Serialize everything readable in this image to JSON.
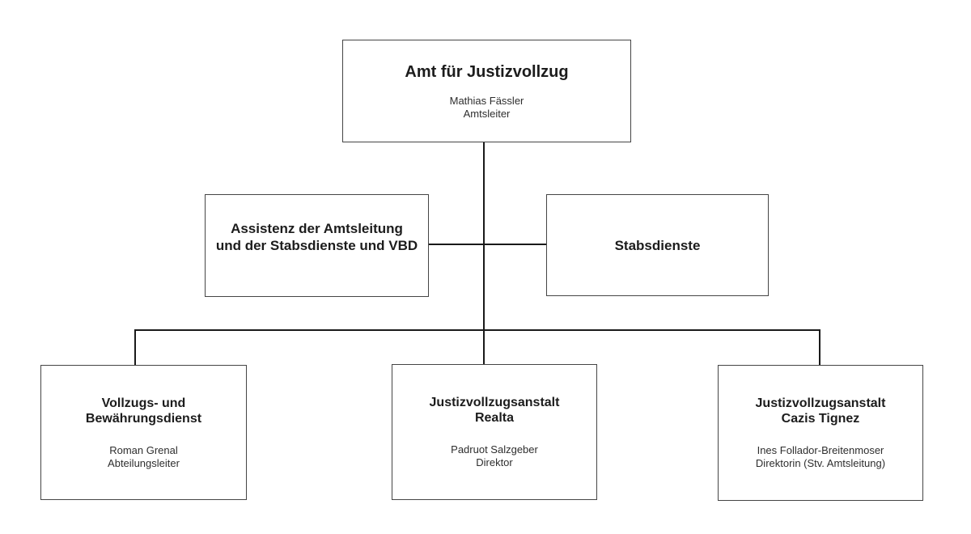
{
  "org_chart": {
    "type": "org-chart",
    "root": {
      "title": "Amt für Justizvollzug",
      "person": "Mathias Fässler",
      "role": "Amtsleiter"
    },
    "staff_left": {
      "title_lines": [
        "Assistenz der Amtsleitung",
        "und der Stabsdienste und VBD"
      ]
    },
    "staff_right": {
      "title": "Stabsdienste"
    },
    "children": [
      {
        "title_lines": [
          "Vollzugs- und",
          "Bewährungsdienst"
        ],
        "person": "Roman Grenal",
        "role": "Abteilungsleiter"
      },
      {
        "title_lines": [
          "Justizvollzugsanstalt",
          "Realta"
        ],
        "person": "Padruot Salzgeber",
        "role": "Direktor"
      },
      {
        "title_lines": [
          "Justizvollzugsanstalt",
          "Cazis Tignez"
        ],
        "person": "Ines Follador-Breitenmoser",
        "role": "Direktorin (Stv. Amtsleitung)"
      }
    ],
    "colors": {
      "background": "#ffffff",
      "box_border": "#454545",
      "connector_line": "#1a1a1a",
      "title_text": "#1c1c1c",
      "body_text": "#2e2e2e"
    }
  }
}
